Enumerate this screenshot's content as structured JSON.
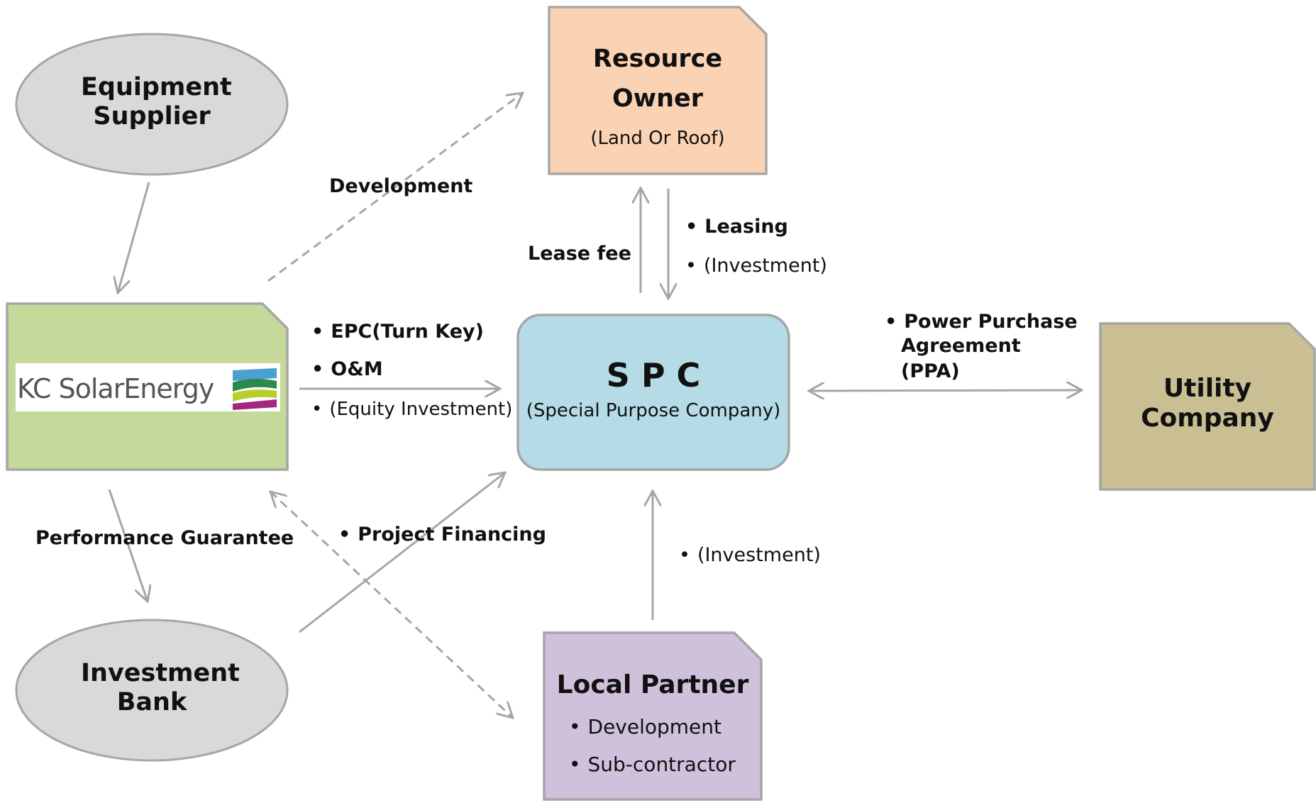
{
  "nodes": {
    "equipment_supplier": {
      "line1": "Equipment",
      "line2": "Supplier"
    },
    "resource_owner": {
      "line1": "Resource",
      "line2": "Owner",
      "sub": "(Land Or Roof)"
    },
    "kc_solar": {
      "logo_text": "KC SolarEnergy"
    },
    "spc": {
      "title": "S P C",
      "sub": "(Special Purpose Company)"
    },
    "utility": {
      "line1": "Utility",
      "line2": "Company"
    },
    "investment_bank": {
      "line1": "Investment",
      "line2": "Bank"
    },
    "local_partner": {
      "title": "Local Partner",
      "bullets": [
        "Development",
        "Sub-contractor"
      ]
    }
  },
  "labels": {
    "development": "Development",
    "lease_fee": "Lease fee",
    "leasing": "Leasing",
    "leasing_investment": "(Investment)",
    "epc": "EPC(Turn Key)",
    "om": "O&M",
    "equity": "(Equity Investment)",
    "ppa_line1": "Power Purchase",
    "ppa_line2": "Agreement",
    "ppa_line3": "(PPA)",
    "performance_guarantee": "Performance Guarantee",
    "project_financing": "Project Financing",
    "local_investment": "(Investment)"
  },
  "colors": {
    "resource_owner_fill": "#fad2b4",
    "kc_solar_fill": "#c5d99a",
    "spc_fill": "#b5dce6",
    "utility_fill": "#c9bf93",
    "local_partner_fill": "#cfc1dc",
    "ellipse_fill": "#d9d9d9",
    "border": "#a6a6a6",
    "arrow": "#a6a6a6"
  }
}
